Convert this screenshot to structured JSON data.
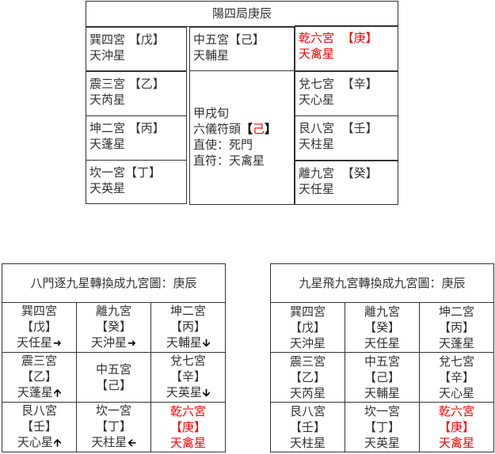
{
  "top_chart": {
    "title": "陽四局庚辰",
    "cells": {
      "xun": {
        "palace": "巽四宮",
        "stem": "【戊】",
        "star": "天沖星"
      },
      "zhong": {
        "palace": "中五宮",
        "stem": "【己】",
        "star": "天輔星"
      },
      "qian": {
        "palace": "乾六宮",
        "stem": "【庚】",
        "star": "天禽星"
      },
      "zhen": {
        "palace": "震三宮",
        "stem": "【乙】",
        "star": "天芮星"
      },
      "dui": {
        "palace": "兌七宮",
        "stem": "【辛】",
        "star": "天心星"
      },
      "kun": {
        "palace": "坤二宮",
        "stem": "【丙】",
        "star": "天蓬星"
      },
      "gen": {
        "palace": "艮八宮",
        "stem": "【壬】",
        "star": "天柱星"
      },
      "kan": {
        "palace": "坎一宮",
        "stem": "【丁】",
        "star": "天英星"
      },
      "li": {
        "palace": "離九宮",
        "stem": "【癸】",
        "star": "天任星"
      }
    },
    "center": {
      "line1": "甲戌旬",
      "line2_prefix": "六儀符頭",
      "line2_open": "【",
      "line2_stem": "己",
      "line2_close": "】",
      "line3": "直使：死門",
      "line4": "直符：天禽星"
    },
    "highlight_color": "#ff0000"
  },
  "grid_left": {
    "title": "八門逐九星轉換成九宮圖：庚辰",
    "rows": [
      [
        {
          "palace": "巽四宮",
          "stem": "【戊】",
          "star": "天任星",
          "arrow": "➜"
        },
        {
          "palace": "離九宮",
          "stem": "【癸】",
          "star": "天沖星",
          "arrow": "➜"
        },
        {
          "palace": "坤二宮",
          "stem": "【丙】",
          "star": "天輔星",
          "arrow": "🡫"
        }
      ],
      [
        {
          "palace": "震三宮",
          "stem": "【乙】",
          "star": "天蓬星",
          "arrow": "🡩"
        },
        {
          "palace": "中五宮",
          "stem": "【己】",
          "star": "",
          "arrow": ""
        },
        {
          "palace": "兌七宮",
          "stem": "【辛】",
          "star": "天英星",
          "arrow": "🡫"
        }
      ],
      [
        {
          "palace": "艮八宮",
          "stem": "【壬】",
          "star": "天心星",
          "arrow": "🡩"
        },
        {
          "palace": "坎一宮",
          "stem": "【丁】",
          "star": "天柱星",
          "arrow": "🡨"
        },
        {
          "palace": "乾六宮",
          "stem": "【庚】",
          "star": "天禽星",
          "arrow": ""
        }
      ]
    ]
  },
  "grid_right": {
    "title": "九星飛九宮轉換成九宮圖：庚辰",
    "rows": [
      [
        {
          "palace": "巽四宮",
          "stem": "【戊】",
          "star": "天沖星"
        },
        {
          "palace": "離九宮",
          "stem": "【癸】",
          "star": "天任星"
        },
        {
          "palace": "坤二宮",
          "stem": "【丙】",
          "star": "天蓬星"
        }
      ],
      [
        {
          "palace": "震三宮",
          "stem": "【乙】",
          "star": "天芮星"
        },
        {
          "palace": "中五宮",
          "stem": "【己】",
          "star": "天輔星"
        },
        {
          "palace": "兌七宮",
          "stem": "【辛】",
          "star": "天心星"
        }
      ],
      [
        {
          "palace": "艮八宮",
          "stem": "【壬】",
          "star": "天柱星"
        },
        {
          "palace": "坎一宮",
          "stem": "【丁】",
          "star": "天英星"
        },
        {
          "palace": "乾六宮",
          "stem": "【庚】",
          "star": "天禽星"
        }
      ]
    ]
  }
}
